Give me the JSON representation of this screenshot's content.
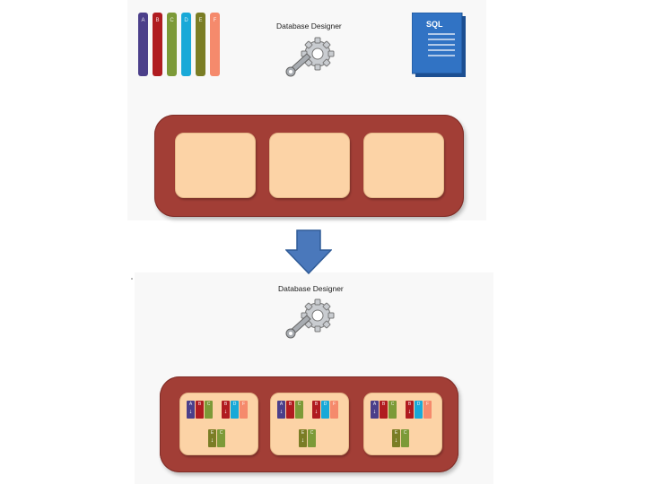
{
  "top": {
    "columns": [
      {
        "letter": "A",
        "color": "#4b3f8a"
      },
      {
        "letter": "B",
        "color": "#b01c20"
      },
      {
        "letter": "C",
        "color": "#7c9a38"
      },
      {
        "letter": "D",
        "color": "#19a9d8"
      },
      {
        "letter": "E",
        "color": "#7a7d25"
      },
      {
        "letter": "F",
        "color": "#f58a6c"
      }
    ],
    "designer_label": "Database Designer",
    "sql_label": "SQL"
  },
  "bottom": {
    "designer_label": "Database Designer",
    "projection_groups": [
      {
        "letters": [
          "A",
          "B",
          "C"
        ],
        "sort_letter": "A"
      },
      {
        "letters": [
          "B",
          "D",
          "F"
        ],
        "sort_letter": "B"
      },
      {
        "letters": [
          "E",
          "C"
        ],
        "sort_letter": "E"
      }
    ]
  },
  "colors": {
    "container": "#a23e36",
    "slot": "#fcd3a6",
    "arrow": "#4a78bb",
    "sql_doc": "#2f6fbf"
  },
  "icons": [
    "gear-wrench-icon",
    "sql-document-icon",
    "down-arrow-icon"
  ]
}
